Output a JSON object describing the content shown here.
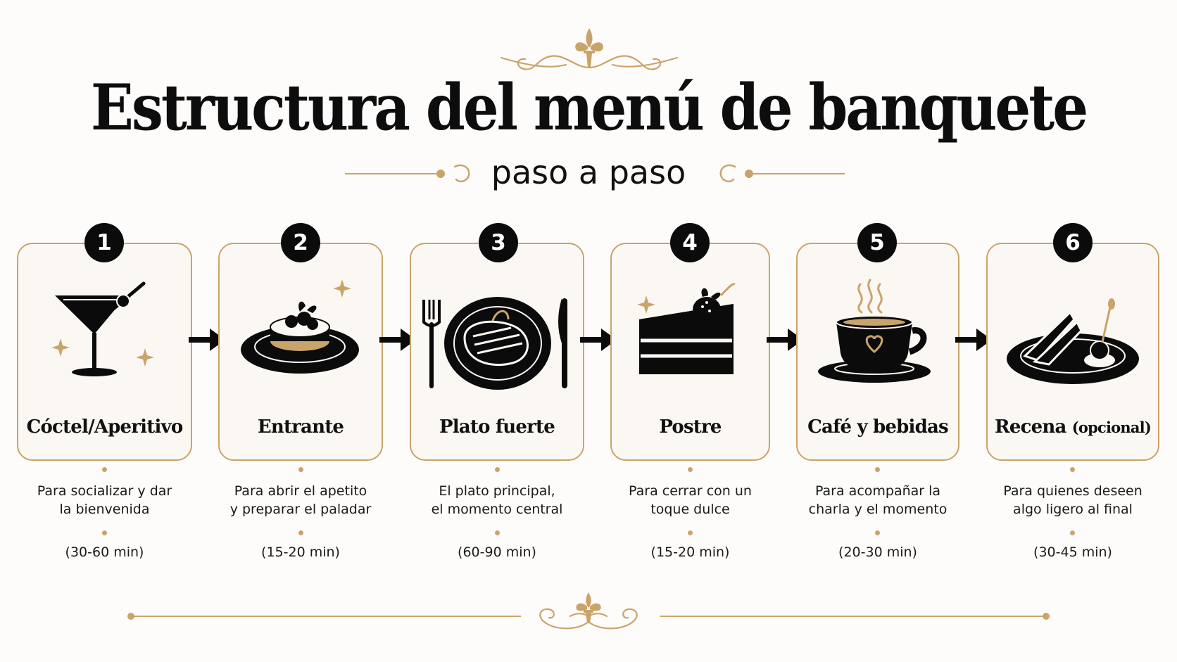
{
  "header": {
    "title": "Estructura del menú de banquete",
    "subtitle": "paso a paso"
  },
  "colors": {
    "accent": "#c9a46a",
    "ink": "#0b0b0b",
    "card_bg": "#fbf8f3"
  },
  "steps": [
    {
      "number": "1",
      "title": "Cóctel/Aperitivo",
      "description": "Para socializar y dar\nla bienvenida",
      "duration": "(30-60 min)",
      "icon": "cocktail-icon"
    },
    {
      "number": "2",
      "title": "Entrante",
      "description": "Para abrir el apetito\ny preparar el paladar",
      "duration": "(15-20 min)",
      "icon": "appetizer-plate-icon"
    },
    {
      "number": "3",
      "title": "Plato fuerte",
      "description": "El plato principal,\nel momento central",
      "duration": "(60-90 min)",
      "icon": "main-course-icon"
    },
    {
      "number": "4",
      "title": "Postre",
      "description": "Para cerrar con un\ntoque dulce",
      "duration": "(15-20 min)",
      "icon": "cake-slice-icon"
    },
    {
      "number": "5",
      "title": "Café y bebidas",
      "description": "Para acompañar la\ncharla y el momento",
      "duration": "(20-30 min)",
      "icon": "coffee-cup-icon"
    },
    {
      "number": "6",
      "title": "Recena",
      "title_note": "(opcional)",
      "description": "Para quienes deseen\nalgo ligero al final",
      "duration": "(30-45 min)",
      "icon": "late-snack-plate-icon"
    }
  ]
}
